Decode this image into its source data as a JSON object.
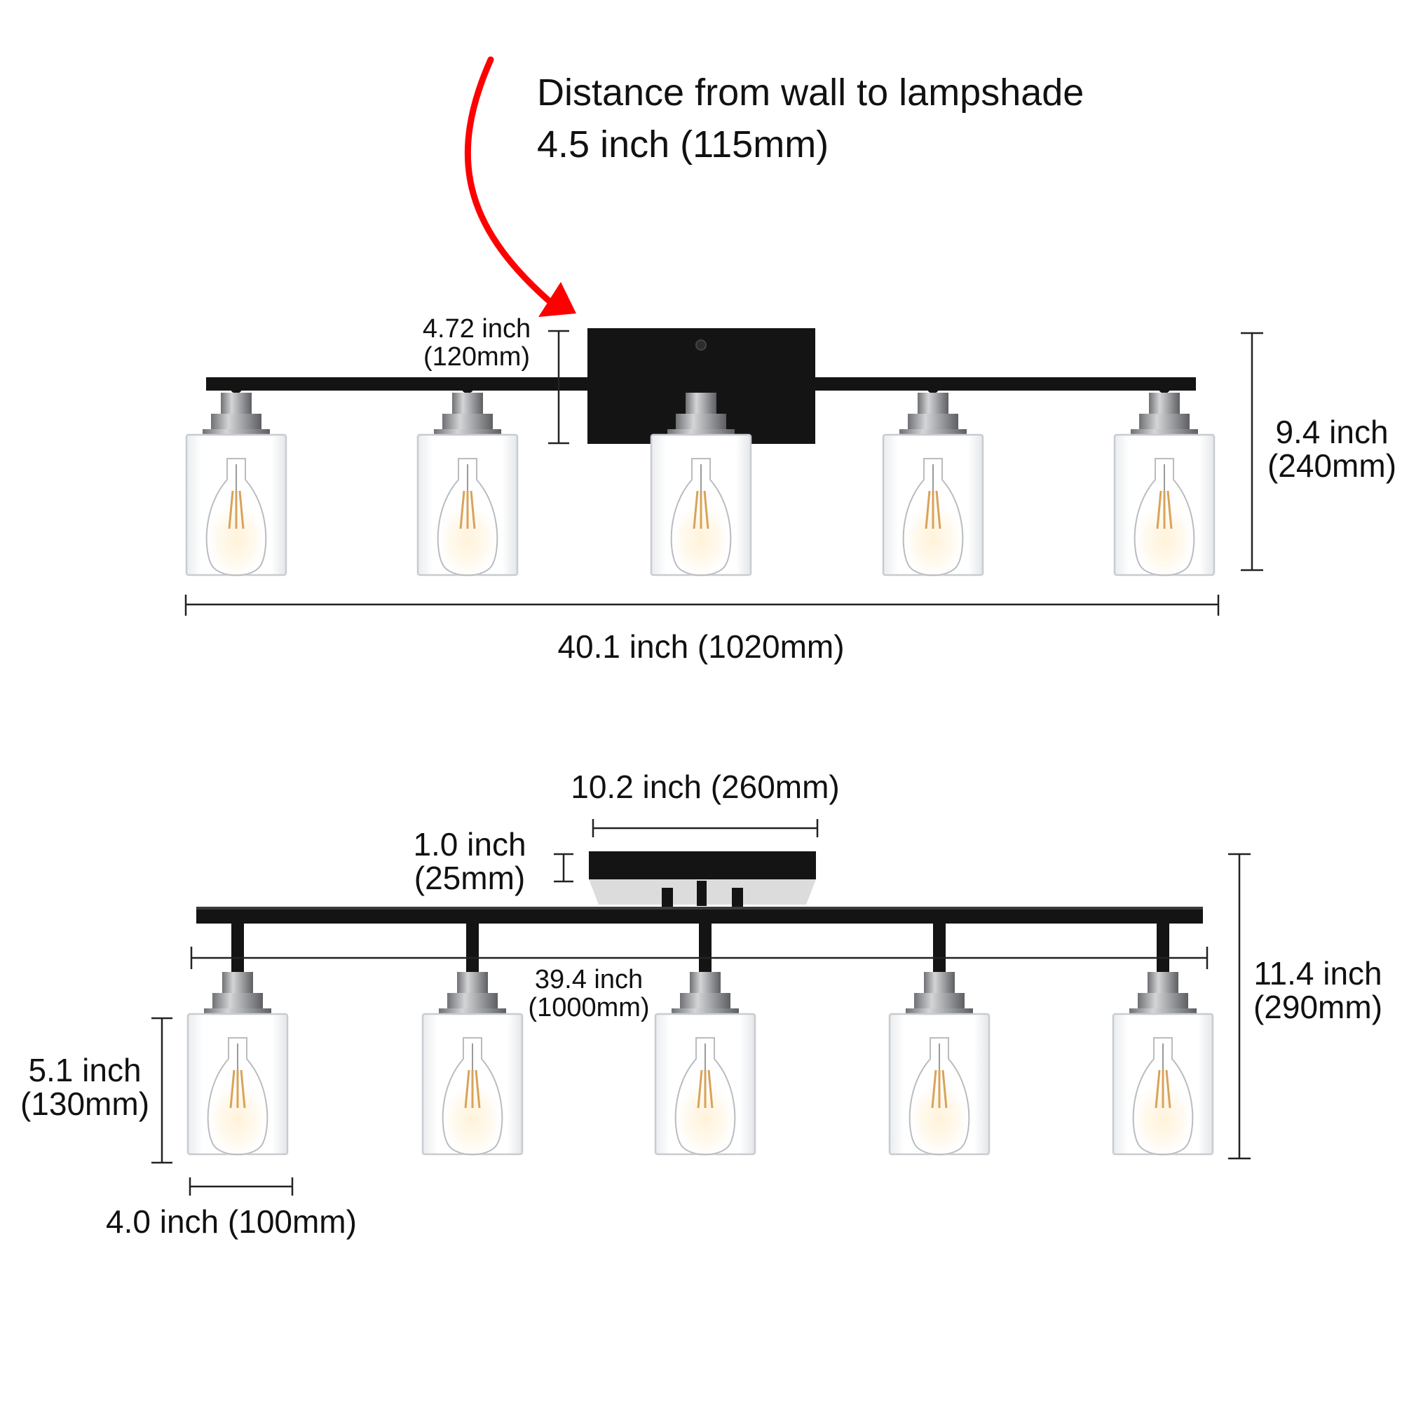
{
  "callout": {
    "title": "Distance from wall to lampshade",
    "value": "4.5 inch (115mm)",
    "arrow_color": "#ff0000"
  },
  "colors": {
    "metal_black": "#141414",
    "nickel": "#a9aaac",
    "glass_edge": "#c8ccd0",
    "filament": "#d9a25a"
  },
  "front_view": {
    "backplate_height": {
      "inch": "4.72 inch",
      "mm": "(120mm)"
    },
    "overall_height": {
      "inch": "9.4 inch",
      "mm": "(240mm)"
    },
    "overall_width": "40.1 inch (1020mm)",
    "light_count": 5
  },
  "top_view": {
    "backplate_width": "10.2 inch (260mm)",
    "backplate_depth": {
      "inch": "1.0 inch",
      "mm": "(25mm)"
    },
    "arm_span": {
      "inch": "39.4 inch",
      "mm": "(1000mm)"
    },
    "overall_height": {
      "inch": "11.4 inch",
      "mm": "(290mm)"
    },
    "shade_height": {
      "inch": "5.1 inch",
      "mm": "(130mm)"
    },
    "shade_width": "4.0 inch (100mm)",
    "light_count": 5
  }
}
